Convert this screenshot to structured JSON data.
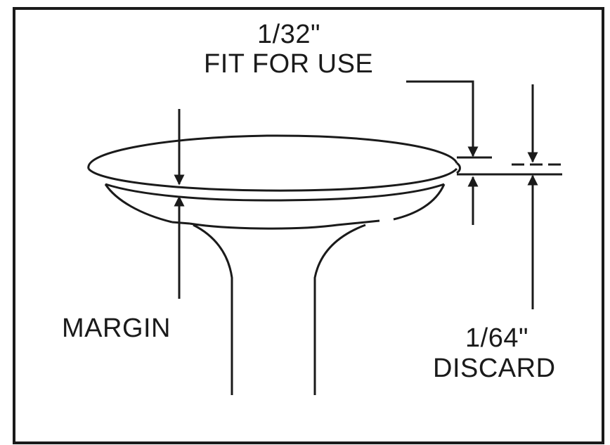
{
  "labels": {
    "fit_value": "1/32\"",
    "fit_text": "FIT FOR USE",
    "margin": "MARGIN",
    "discard_value": "1/64\"",
    "discard_text": "DISCARD"
  },
  "colors": {
    "ink": "#1a1a1a",
    "background": "#ffffff"
  }
}
